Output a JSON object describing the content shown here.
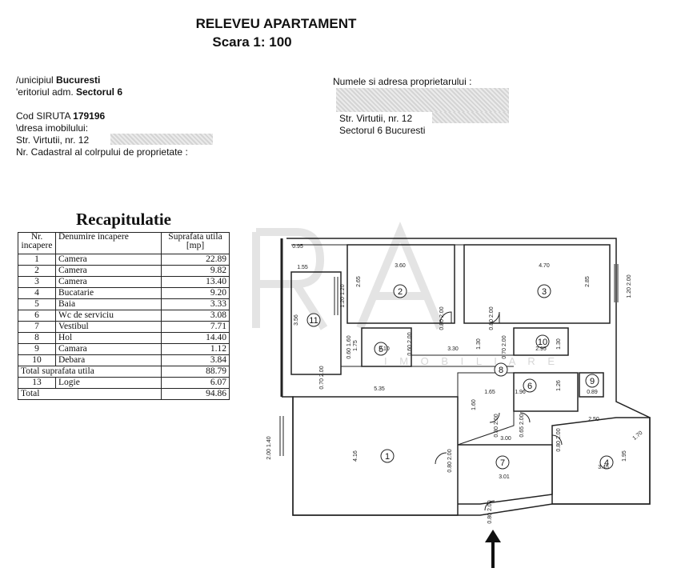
{
  "header": {
    "title": "RELEVEU APARTAMENT",
    "scale": "Scara  1: 100"
  },
  "left_info": {
    "municipiu_label": "/unicipiul ",
    "municipiu_value": "Bucuresti",
    "teritoriu_label": "'eritoriul adm. ",
    "teritoriu_value": "Sectorul  6",
    "siruta_label": "Cod SIRUTA ",
    "siruta_value": "179196",
    "adresa_label": "\\dresa imobilului:",
    "strada": "Str. Virtutii, nr. 12",
    "cadastral": "Nr. Cadastral al colrpului de proprietate :"
  },
  "right_info": {
    "owner_label": "Numele si adresa proprietarului :",
    "strada": "Str. Virtutii, nr. 12",
    "sector": "Sectorul 6 Bucuresti"
  },
  "recap": {
    "title": "Recapitulatie",
    "headers": {
      "nr": "Nr. incapere",
      "denumire": "Denumire incapere",
      "suprafata": "Suprafata utila [mp]"
    },
    "rows": [
      {
        "nr": "1",
        "name": "Camera",
        "area": "22.89"
      },
      {
        "nr": "2",
        "name": "Camera",
        "area": "9.82"
      },
      {
        "nr": "3",
        "name": "Camera",
        "area": "13.40"
      },
      {
        "nr": "4",
        "name": "Bucatarie",
        "area": "9.20"
      },
      {
        "nr": "5",
        "name": "Baia",
        "area": "3.33"
      },
      {
        "nr": "6",
        "name": "Wc de serviciu",
        "area": "3.08"
      },
      {
        "nr": "7",
        "name": "Vestibul",
        "area": "7.71"
      },
      {
        "nr": "8",
        "name": "Hol",
        "area": "14.40"
      },
      {
        "nr": "9",
        "name": "Camara",
        "area": "1.12"
      },
      {
        "nr": "10",
        "name": "Debara",
        "area": "3.84"
      }
    ],
    "total_utila_label": "Total suprafata utila",
    "total_utila_value": "88.79",
    "logie_nr": "13",
    "logie_name": "Logie",
    "logie_value": "6.07",
    "total_label": "Total",
    "total_value": "94.86"
  },
  "plan": {
    "room_numbers": [
      "1",
      "2",
      "3",
      "4",
      "5",
      "6",
      "7",
      "8",
      "9",
      "10",
      "11"
    ],
    "dimensions": [
      "0.95",
      "1.55",
      "3.60",
      "4.70",
      "2.65",
      "2.85",
      "1.20 1.20",
      "1.20 2.00",
      "3.56",
      "0.80 2.00",
      "0.80 2.00",
      "0.60 1.60",
      "1.75",
      "2.10",
      "0.60 2.00",
      "3.30",
      "1.30",
      "0.70 2.00",
      "2.95",
      "1.30",
      "0.70 2.00",
      "5.35",
      "1.65",
      "1.96",
      "1.26",
      "0.89",
      "1.60",
      "0.80 2.00",
      "0.65 2.00",
      "2.50",
      "1.70",
      "4.16",
      "3.00",
      "0.80 2.00",
      "1.95",
      "0.80 2.00",
      "3.01",
      "3.45",
      "2.00 1.40",
      "0.80 2.00"
    ],
    "watermark_text": "I M O B I L I A R E"
  }
}
